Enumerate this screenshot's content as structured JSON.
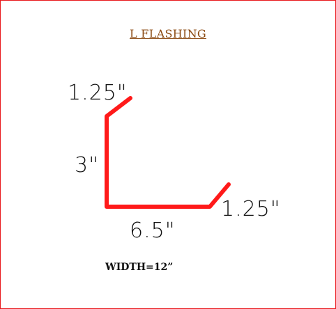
{
  "title": "L  FLASHING",
  "dimensions": {
    "top_flange": "1.25\"",
    "height": "3\"",
    "base": "6.5\"",
    "right_flange": "1.25\""
  },
  "width_note": "WIDTH=12”",
  "colors": {
    "profile": "#ff1a1a",
    "border": "#e8181c",
    "title": "#8b4a12"
  }
}
